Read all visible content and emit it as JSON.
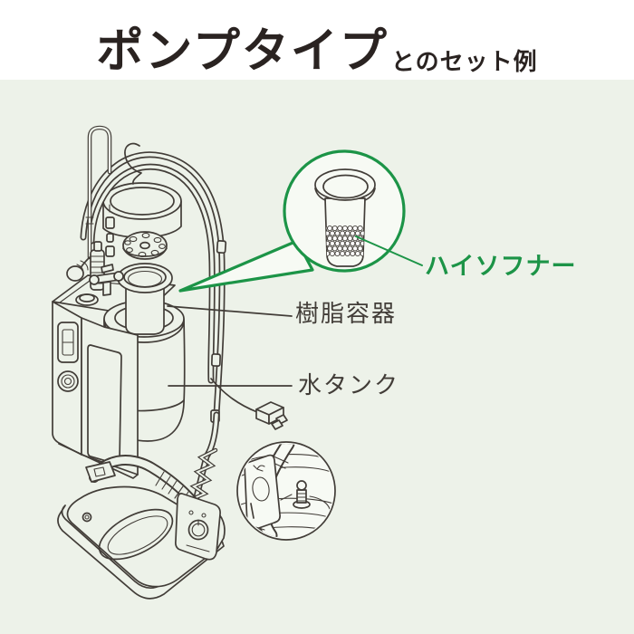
{
  "header": {
    "title_main": "ポンプタイプ",
    "title_suffix": "とのセット例"
  },
  "labels": {
    "softener": "ハイソフナー",
    "resin_container": "樹脂容器",
    "water_tank": "水タンク"
  },
  "colors": {
    "accent_green": "#1c9447",
    "ink": "#423d38",
    "panel_bg": "#edf2e9",
    "title_ink": "#2a2321"
  }
}
